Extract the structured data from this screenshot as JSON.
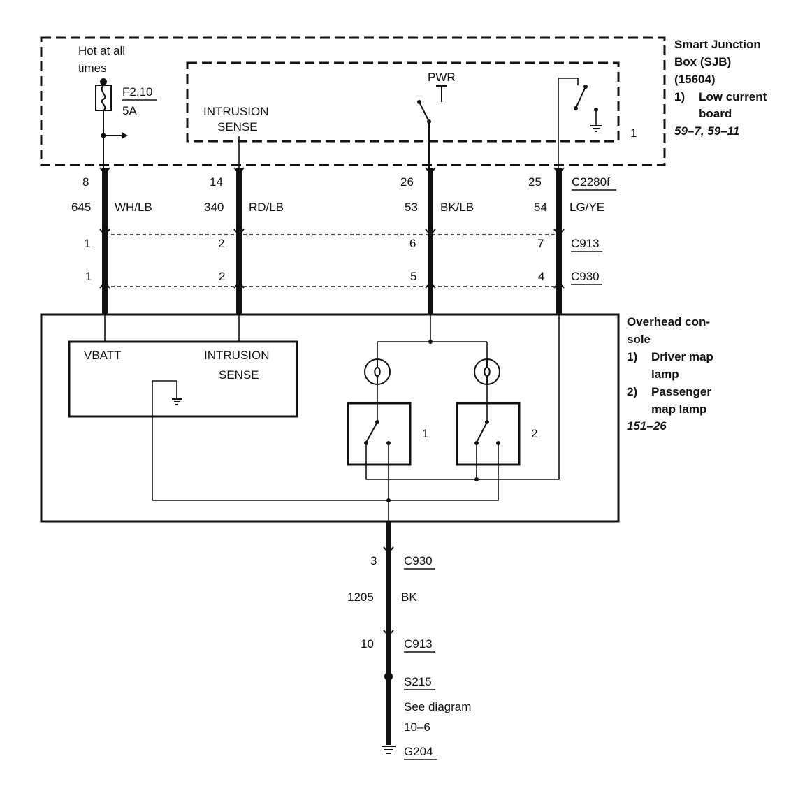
{
  "sjb": {
    "title_line1": "Smart Junction",
    "title_line2": "Box (SJB)",
    "part_number": "(15604)",
    "item_num": "1)",
    "item_line1": "Low current",
    "item_line2": "board",
    "refs": "59–7, 59–11",
    "inner_label": "1",
    "hot_line1": "Hot at all",
    "hot_line2": "times",
    "fuse_id": "F2.10",
    "fuse_rating": "5A",
    "intrusion_line1": "INTRUSION",
    "intrusion_line2": "SENSE",
    "pwr": "PWR"
  },
  "connectors": {
    "c2280f": "C2280f",
    "c913": "C913",
    "c930": "C930"
  },
  "wires": [
    {
      "pin_c2280f": "8",
      "circuit": "645",
      "color": "WH/LB",
      "pin_c913": "1",
      "pin_c930": "1"
    },
    {
      "pin_c2280f": "14",
      "circuit": "340",
      "color": "RD/LB",
      "pin_c913": "2",
      "pin_c930": "2"
    },
    {
      "pin_c2280f": "26",
      "circuit": "53",
      "color": "BK/LB",
      "pin_c913": "6",
      "pin_c930": "5"
    },
    {
      "pin_c2280f": "25",
      "circuit": "54",
      "color": "LG/YE",
      "pin_c913": "7",
      "pin_c930": "4"
    }
  ],
  "console": {
    "title_line1": "Overhead con-",
    "title_line2": "sole",
    "item1_num": "1)",
    "item1_line1": "Driver map",
    "item1_line2": "lamp",
    "item2_num": "2)",
    "item2_line1": "Passenger",
    "item2_line2": "map lamp",
    "refs": "151–26",
    "vbatt": "VBATT",
    "intrusion_line1": "INTRUSION",
    "intrusion_line2": "SENSE",
    "switch1_label": "1",
    "switch2_label": "2"
  },
  "ground_path": {
    "pin_c930": "3",
    "conn_c930": "C930",
    "circuit": "1205",
    "color": "BK",
    "pin_c913": "10",
    "conn_c913": "C913",
    "splice": "S215",
    "see_line1": "See diagram",
    "see_line2": "10–6",
    "ground": "G204"
  }
}
